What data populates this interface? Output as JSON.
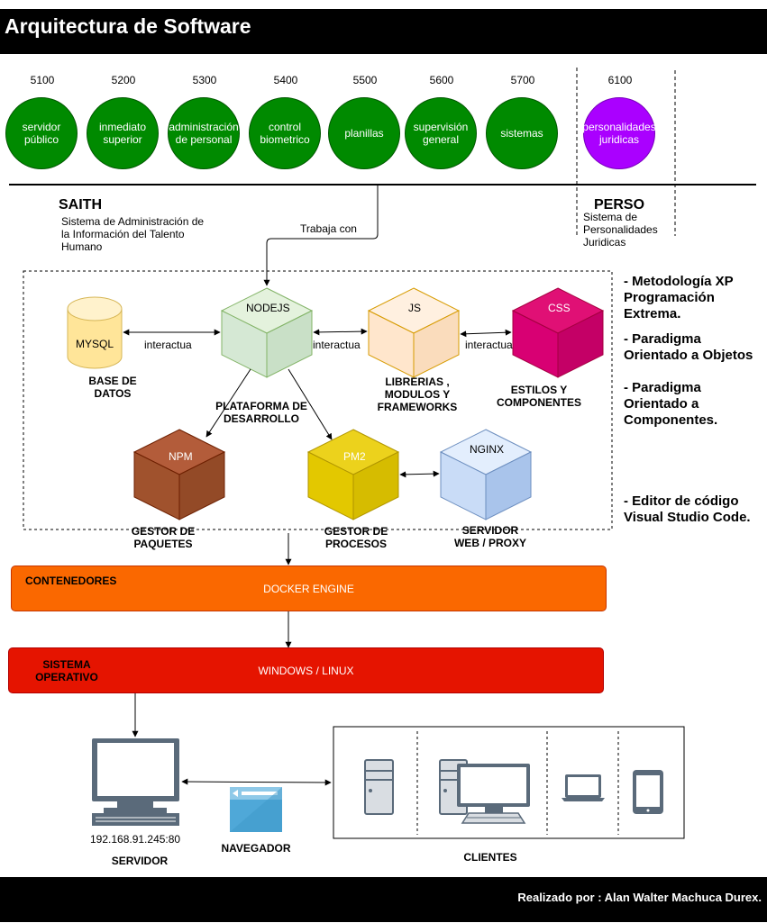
{
  "title": "Arquitectura de Software",
  "departments": [
    {
      "code": "5100",
      "name": "servidor público"
    },
    {
      "code": "5200",
      "name": "inmediato superior"
    },
    {
      "code": "5300",
      "name": "administración de personal"
    },
    {
      "code": "5400",
      "name": "control biometrico"
    },
    {
      "code": "5500",
      "name": "planillas"
    },
    {
      "code": "5600",
      "name": "supervisión general"
    },
    {
      "code": "5700",
      "name": "sistemas"
    },
    {
      "code": "6100",
      "name": "personalidades juridicas"
    }
  ],
  "colors": {
    "green": "#008a00",
    "purple": "#aa00ff",
    "docker": "#fa6800",
    "os": "#e51400"
  },
  "saith": {
    "name": "SAITH",
    "description": "Sistema de Administración de la Información del Talento Humano"
  },
  "perso": {
    "name": "PERSO",
    "description": "Sistema de Personalidades Juridicas"
  },
  "edge_labels": {
    "trabaja_con": "Trabaja con",
    "interactua": "interactua"
  },
  "nodes": {
    "mysql": "MYSQL",
    "mysql_caption": "BASE DE DATOS",
    "nodejs": "NODEJS",
    "nodejs_caption": "PLATAFORMA DE DESARROLLO",
    "js": "JS",
    "js_caption": "LIBRERIAS , MODULOS Y FRAMEWORKS",
    "css": "CSS",
    "css_caption": "ESTILOS Y COMPONENTES",
    "npm": "NPM",
    "npm_caption": "GESTOR DE PAQUETES",
    "pm2": "PM2",
    "pm2_caption": "GESTOR DE PROCESOS",
    "nginx": "NGINX",
    "nginx_caption": "SERVIDOR WEB / PROXY"
  },
  "notes": [
    "- Metodología XP Programación Extrema.",
    "- Paradigma Orientado a Objetos",
    "- Paradigma Orientado a Componentes.",
    "- Editor de código Visual Studio Code."
  ],
  "docker": {
    "label": "CONTENEDORES",
    "name": "DOCKER ENGINE"
  },
  "os": {
    "label": "SISTEMA OPERATIVO",
    "name": "WINDOWS / LINUX"
  },
  "server": {
    "ip": "192.168.91.245:80",
    "label": "SERVIDOR"
  },
  "browser": {
    "label": "NAVEGADOR"
  },
  "clients": {
    "label": "CLIENTES"
  },
  "footer": "Realizado por : Alan Walter Machuca Durex."
}
